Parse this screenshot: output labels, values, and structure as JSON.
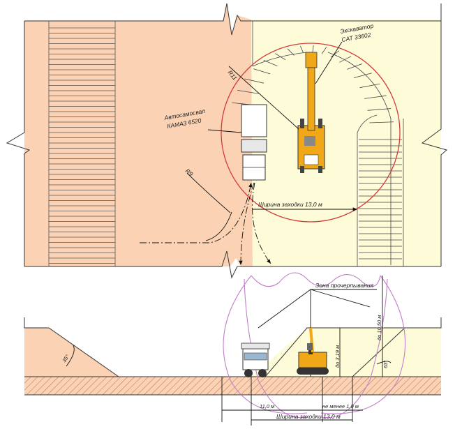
{
  "labels": {
    "excavator_line1": "Экскаватор",
    "excavator_line2": "CAT 33602",
    "truck_line1": "Автосамосвал",
    "truck_line2": "КАМАЗ 6520",
    "radius_r11": "R11",
    "radius_r9": "R9",
    "width_top": "Ширина заходки 13,0 м",
    "digging_zone": "Зона прочерпывания",
    "height_1050": "до 10,50 м",
    "height_319": "до 3,19 м",
    "angle_35": "35°",
    "angle_63": "63°",
    "dim_11": "11,0 м",
    "dim_min1": "не менее 1,0 м",
    "width_bottom": "Ширина заходки 13,0 м"
  },
  "colors": {
    "spoil": "#fbd3b4",
    "face": "#fdfbd8",
    "excavator": "#f0a818",
    "turning_circle": "#d43a3a",
    "digging_zone_line": "#c080c8",
    "outline": "#333333"
  }
}
